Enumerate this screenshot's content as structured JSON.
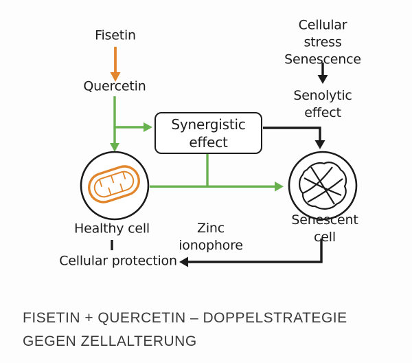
{
  "colors": {
    "green": "#69b04e",
    "orange": "#e1862c",
    "ink": "#1b1b1b",
    "caption": "#3a3a3a"
  },
  "nodes": {
    "fisetin": "Fisetin",
    "quercetin": "Quercetin",
    "cellular_stress": "Cellular stress\nSenescence",
    "senolytic_effect": "Senolytic\neffect",
    "synergistic_effect": "Synergistic\neffect",
    "healthy_cell": "Healthy cell",
    "zinc_ionophore": "Zinc\nionophore",
    "senescent_cell": "Senescent cell",
    "cellular_protection": "Cellular protection"
  },
  "icons": {
    "healthy_cell_icon": "mitochondrion-icon",
    "senescent_cell_icon": "wrinkled-nucleus-icon"
  },
  "caption": "FISETIN + QUERCETIN – DOPPELSTRATEGIE\nGEGEN ZELLALTERUNG"
}
